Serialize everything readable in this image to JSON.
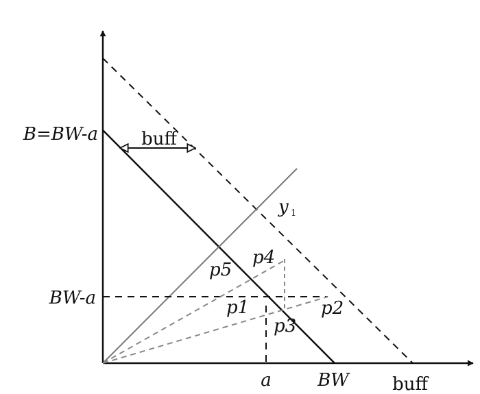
{
  "axis_labels": {
    "y_top": "B=BW-a",
    "y_mid": "BW-a",
    "x_a": "a",
    "x_bw": "BW",
    "x_buff": "buff"
  },
  "annotations": {
    "buff_arrow": "buff",
    "y1_label": "y",
    "y1_subscript": "1"
  },
  "points": {
    "p1": "p1",
    "p2": "p2",
    "p3": "p3",
    "p4": "p4",
    "p5": "p5"
  }
}
